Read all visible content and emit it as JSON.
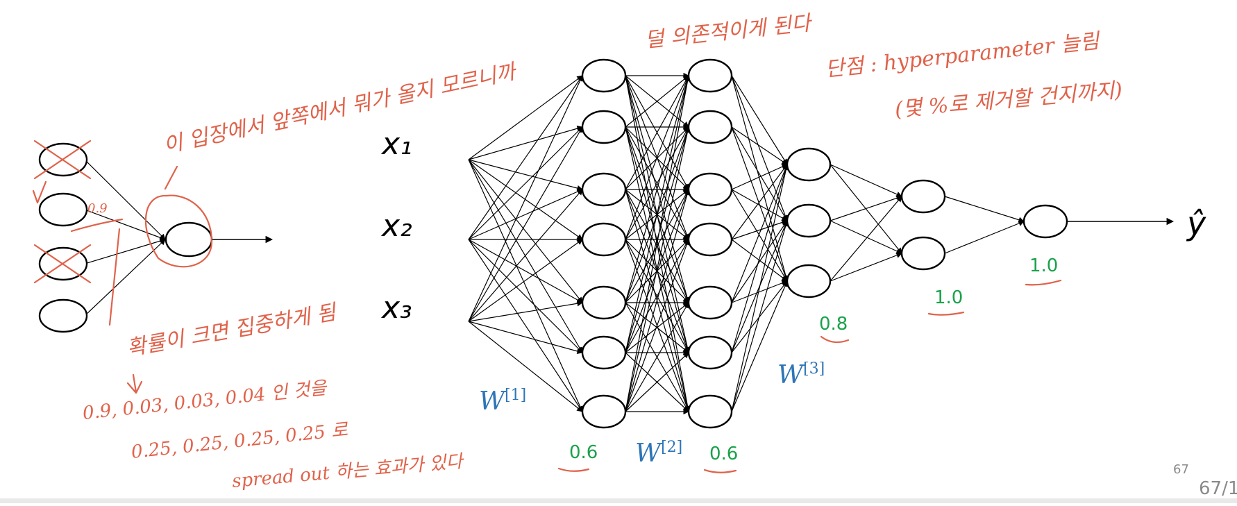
{
  "inputs": [
    "x₁",
    "x₂",
    "x₃"
  ],
  "output": "ŷ",
  "keep_probs": [
    "0.6",
    "0.6",
    "0.8",
    "1.0",
    "1.0"
  ],
  "weights": [
    {
      "w": "W",
      "sup": "[1]"
    },
    {
      "w": "W",
      "sup": "[2]"
    },
    {
      "w": "W",
      "sup": "[3]"
    }
  ],
  "layers": [
    7,
    7,
    3,
    2,
    1
  ],
  "small_example": {
    "weight_label": "0.9",
    "dropped_units": 2,
    "total_units": 4
  },
  "annotations": {
    "top_line": "덜 의존적이게 된다",
    "top_right_1": "단점 : hyperparameter 늘림",
    "top_right_2": "(몇 %로 제거할 건지까지)",
    "unit_view": "이 입장에서 앞쪽에서 뭐가 올지 모르니까",
    "prob_note": "확률이 크면 집중하게 됨",
    "values_a": "0.9, 0.03, 0.03, 0.04 인 것을",
    "values_b": "0.25, 0.25, 0.25, 0.25 로",
    "spread": "spread out 하는 효과가 있다"
  },
  "page": {
    "number": "67",
    "counter": "67/1"
  }
}
